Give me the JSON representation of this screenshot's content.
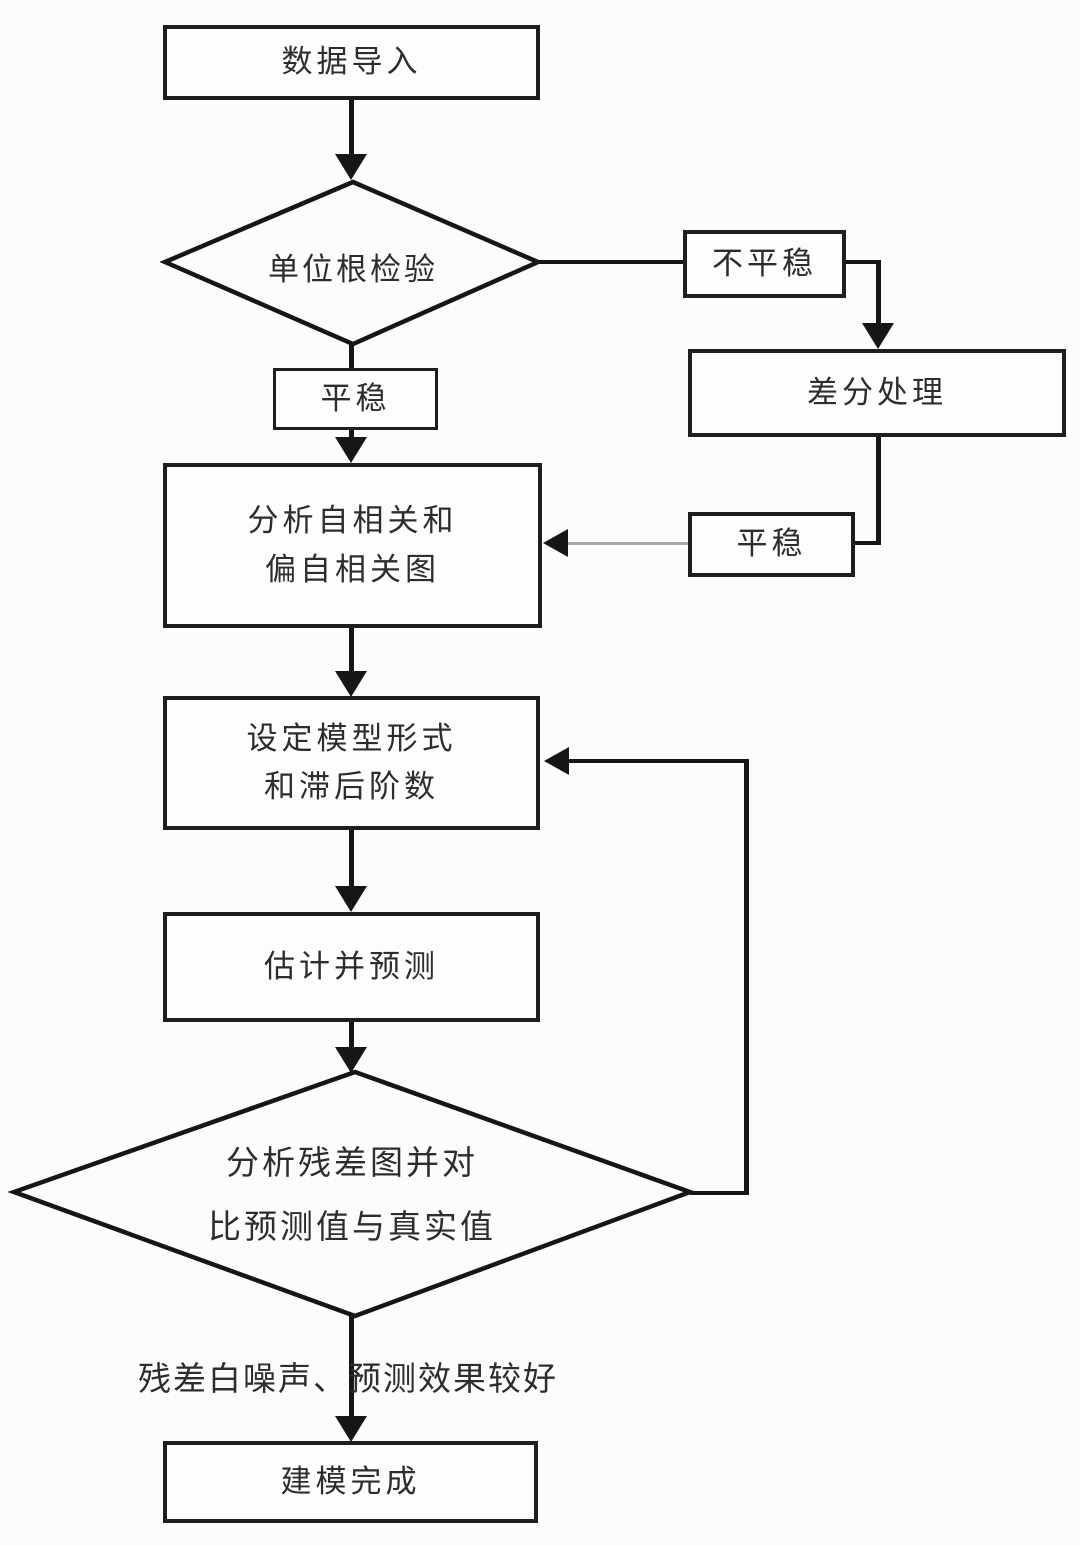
{
  "page": {
    "background": "#fcfcfc",
    "box_fill": "#fdfdfd",
    "line_color": "#1a1a1a",
    "gray_line_color": "#a9a9a9",
    "text_color": "#2d2d2d"
  },
  "nodes": {
    "data_import": "数据导入",
    "unit_root_test": "单位根检验",
    "not_stationary": "不平稳",
    "diff_processing": "差分处理",
    "stationary_left": "平稳",
    "stationary_right": "平稳",
    "acf_line1": "分析自相关和",
    "acf_line2": "偏自相关图",
    "model_line1": "设定模型形式",
    "model_line2": "和滞后阶数",
    "estimate_forecast": "估计并预测",
    "residual_check_line1": "分析残差图并对",
    "residual_check_line2": "比预测值与真实值",
    "residual_result_label": "残差白噪声、预测效果较好",
    "modeling_complete": "建模完成"
  }
}
